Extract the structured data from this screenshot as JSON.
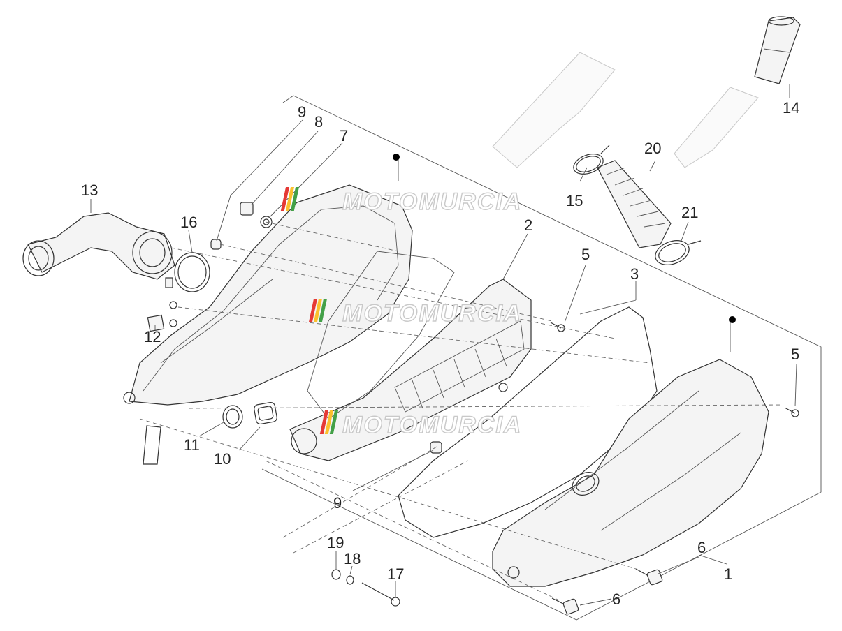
{
  "watermark": "MOTOMURCIA",
  "labels": {
    "l1": "1",
    "l2": "2",
    "l3": "3",
    "l5a": "5",
    "l5b": "5",
    "l6a": "6",
    "l6b": "6",
    "l7": "7",
    "l8": "8",
    "l9a": "9",
    "l9b": "9",
    "l10": "10",
    "l11": "11",
    "l12": "12",
    "l13": "13",
    "l14": "14",
    "l15": "15",
    "l16": "16",
    "l17": "17",
    "l18": "18",
    "l19": "19",
    "l20": "20",
    "l21": "21"
  },
  "colors": {
    "watermark_bar_red": "#e53935",
    "watermark_bar_yellow": "#fbc02d",
    "watermark_bar_green": "#43a047"
  }
}
